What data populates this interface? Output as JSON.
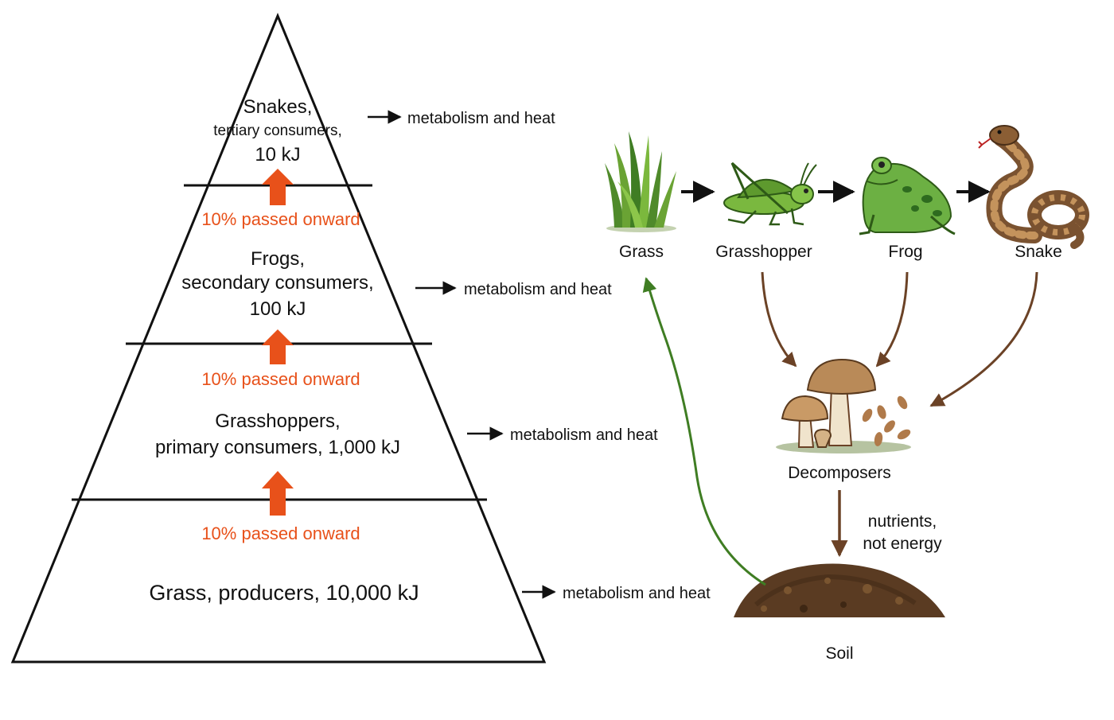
{
  "pyramid": {
    "levels": [
      {
        "line1": "Snakes,",
        "line2": "tertiary consumers,",
        "line3": "10 kJ"
      },
      {
        "line1": "Frogs,",
        "line2": "secondary consumers,",
        "line3": "100 kJ"
      },
      {
        "line1": "Grasshoppers,",
        "line2": "primary consumers, 1,000 kJ"
      },
      {
        "line1": "Grass, producers, 10,000 kJ"
      }
    ],
    "transfer_label": "10% passed onward",
    "loss_label": "metabolism and heat"
  },
  "food_chain": {
    "organisms": [
      {
        "name": "Grass",
        "icon": "grass-icon"
      },
      {
        "name": "Grasshopper",
        "icon": "grasshopper-icon"
      },
      {
        "name": "Frog",
        "icon": "frog-icon"
      },
      {
        "name": "Snake",
        "icon": "snake-icon"
      }
    ],
    "decomposers": {
      "label": "Decomposers",
      "icon": "mushroom-icon"
    },
    "nutrients_line1": "nutrients,",
    "nutrients_line2": "not energy",
    "soil": {
      "label": "Soil",
      "icon": "soil-icon"
    }
  },
  "colors": {
    "transfer_arrow": "#e8511a",
    "decomposer_arrow": "#6b4226",
    "nutrient_return_arrow": "#3f7d23"
  }
}
